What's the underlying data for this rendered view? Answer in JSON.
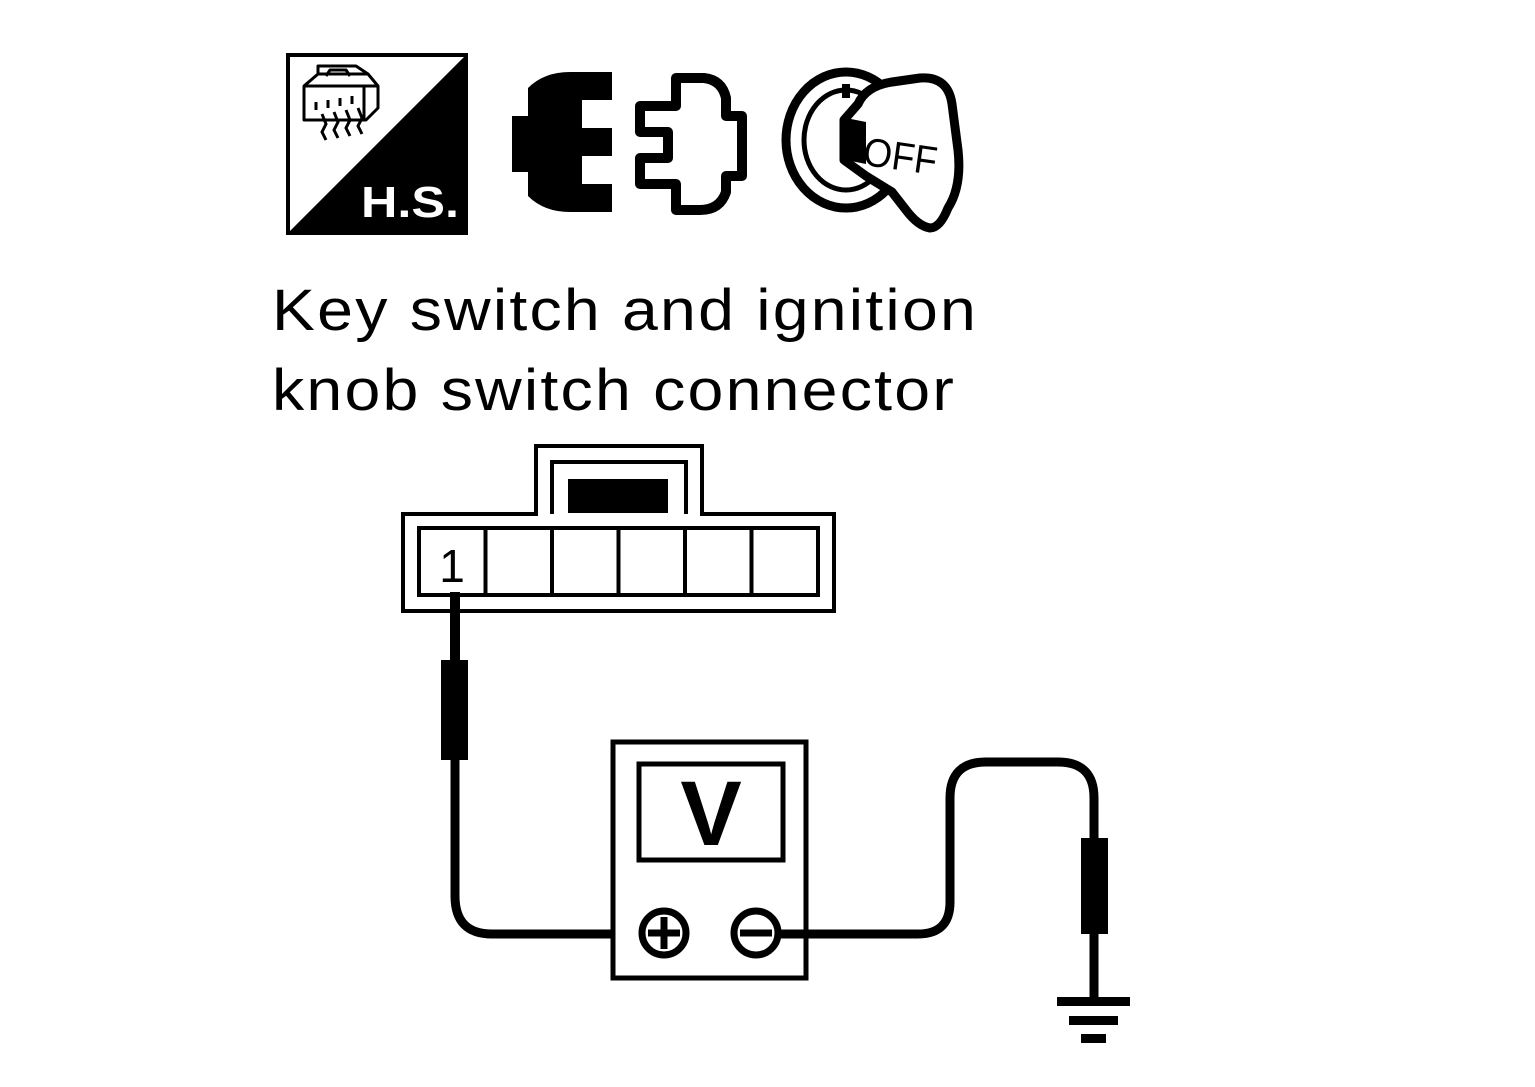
{
  "icons": {
    "harness_side": {
      "label": "H.S.",
      "icon": "harness-side-connector-icon"
    },
    "connector_disconnected": {
      "icon": "connector-disconnected-icon"
    },
    "ignition_key": {
      "label": "OFF",
      "icon": "ignition-key-off-icon"
    }
  },
  "title": {
    "line1": "Key switch and ignition",
    "line2": "knob switch connector"
  },
  "connector": {
    "terminal_count": 6,
    "probed_terminal": "1"
  },
  "meter": {
    "mode": "V",
    "positive_icon": "plus-terminal-icon",
    "negative_icon": "minus-terminal-icon"
  },
  "ground": {
    "icon": "ground-symbol-icon"
  },
  "colors": {
    "ink": "#000000",
    "paper": "#ffffff"
  }
}
